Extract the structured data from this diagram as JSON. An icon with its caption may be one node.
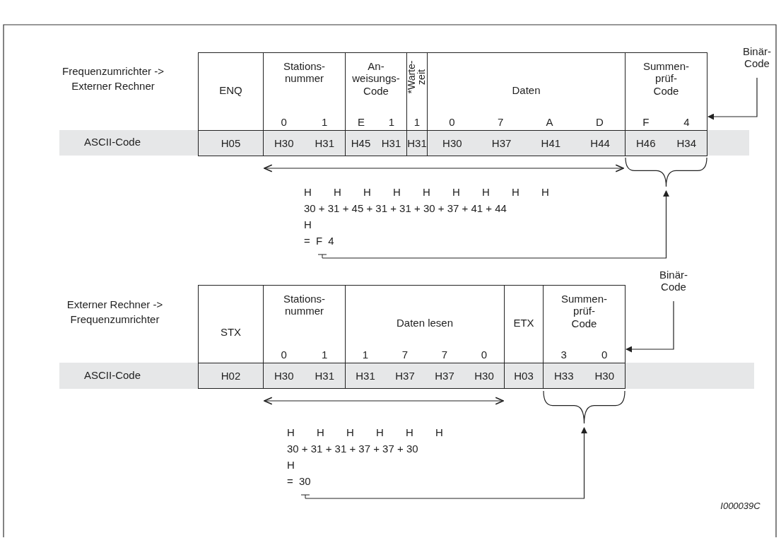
{
  "diagram": {
    "nodes": [
      {
        "text": [
          "ENQ"
        ]
      },
      {
        "text": [
          "Stations- nummer",
          "0",
          "1"
        ]
      },
      {
        "text": [
          "An- weisungs- Code",
          "E",
          "1"
        ]
      },
      {
        "text": [
          "*Warte- zeit",
          "1"
        ]
      },
      {
        "text": [
          "Daten",
          "0",
          "7",
          "A",
          "D"
        ]
      },
      {
        "text": [
          "Summen- prüf- Code",
          "F",
          "4"
        ]
      },
      {
        "text": [
          "H05"
        ]
      },
      {
        "text": [
          "H30",
          "H31"
        ]
      },
      {
        "text": [
          "H45",
          "H31"
        ]
      },
      {
        "text": [
          "H31"
        ]
      },
      {
        "text": [
          "H30",
          "H37",
          "H41",
          "H44"
        ]
      },
      {
        "text": [
          "H46",
          "H34"
        ]
      },
      {
        "text": [],
        "shape": "brace"
      },
      {
        "text": [
          "H H H H H H H H H",
          "30 + 31 + 45 + 31 + 31 + 30 + 37 + 41 + 44",
          "H",
          "= F 4"
        ]
      },
      {
        "text": [
          "Binär- Code"
        ]
      },
      {
        "text": [
          "STX"
        ]
      },
      {
        "text": [
          "Stations- nummer",
          "0",
          "1"
        ]
      },
      {
        "text": [
          "Daten lesen",
          "1",
          "7",
          "7",
          "0"
        ]
      },
      {
        "text": [
          "ETX"
        ]
      },
      {
        "text": [
          "Summen- prüf- Code",
          "3",
          "0"
        ]
      },
      {
        "text": [
          "H02"
        ]
      },
      {
        "text": [
          "H30",
          "H31"
        ]
      },
      {
        "text": [
          "H31",
          "H37",
          "H37",
          "H30"
        ]
      },
      {
        "text": [
          "H03"
        ]
      },
      {
        "text": [
          "H33",
          "H30"
        ]
      },
      {
        "text": [],
        "shape": "brace"
      },
      {
        "text": [
          "H H H H H H",
          "30 + 31 + 31 + 37 + 37 + 30",
          "H",
          "= 30"
        ]
      },
      {
        "text": [
          "Binär- Code"
        ]
      }
    ],
    "edges": [
      {
        "from": 13,
        "to": 12,
        "arrow": "to"
      },
      {
        "from": 14,
        "to": 5,
        "arrow": "to"
      },
      {
        "from": 26,
        "to": 25,
        "arrow": "to"
      },
      {
        "from": 27,
        "to": 19,
        "arrow": "to"
      },
      {
        "from": 7,
        "to": 12,
        "arrow": "both"
      },
      {
        "from": 21,
        "to": 22,
        "arrow": "both"
      }
    ],
    "labels": [
      "Frequenzumrichter -> Externer Rechner",
      "ASCII-Code",
      "Externer Rechner -> Frequenzumrichter",
      "ASCII-Code",
      "I000039C"
    ]
  }
}
